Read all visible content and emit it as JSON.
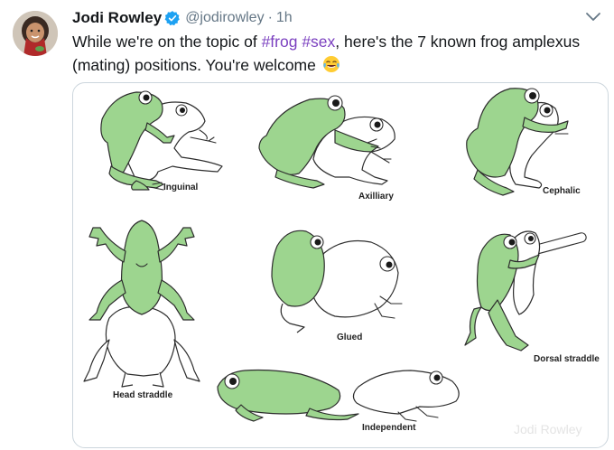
{
  "tweet": {
    "display_name": "Jodi Rowley",
    "handle": "@jodirowley",
    "separator": "·",
    "time": "1h",
    "text_before": "While we're on the topic of ",
    "hashtag_1": "#frog",
    "hashtag_2": "#sex",
    "text_after": ", here's the 7 known frog amplexus (mating) positions. You're welcome",
    "hashtag_color": "#7a3fbf",
    "verified_color": "#1da1f2"
  },
  "media": {
    "labels": {
      "inguinal": "Inguinal",
      "axilliary": "Axilliary",
      "cephalic": "Cephalic",
      "head_straddle": "Head straddle",
      "glued": "Glued",
      "dorsal_straddle": "Dorsal straddle",
      "independent": "Independent"
    },
    "watermark": "Jodi Rowley",
    "frog_green": "#9dd58f"
  }
}
